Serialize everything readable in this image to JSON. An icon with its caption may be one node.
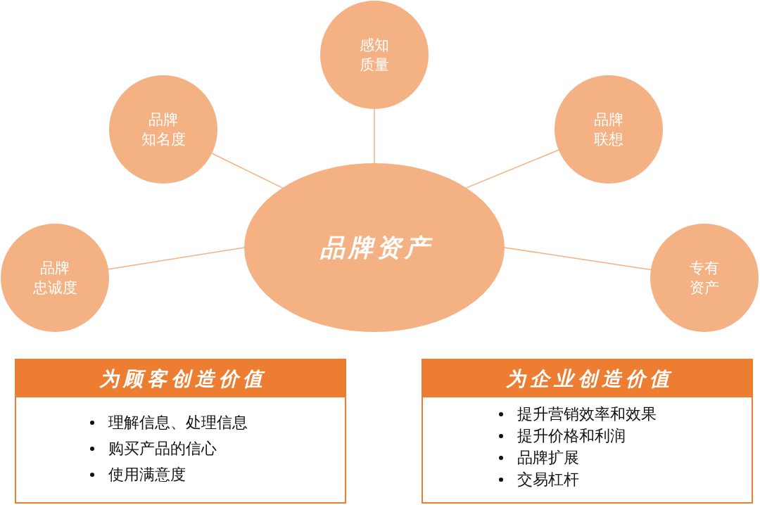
{
  "diagram": {
    "nodes": [
      {
        "text": [
          "感知质量"
        ]
      },
      {
        "text": [
          "品牌知名度"
        ]
      },
      {
        "text": [
          "品牌联想"
        ]
      },
      {
        "text": [
          "品牌资产"
        ]
      },
      {
        "text": [
          "品牌忠诚度"
        ]
      },
      {
        "text": [
          "专有资产"
        ]
      },
      {
        "text": [
          "为顾客创造价值",
          "理解信息、处理信息",
          "购买产品的信心",
          "使用满意度"
        ]
      },
      {
        "text": [
          "为企业创造价值",
          "提升营销效率和效果",
          "提升价格和利润",
          "品牌扩展",
          "交易杠杆"
        ]
      }
    ],
    "edges": [
      {
        "from": 3,
        "to": 0,
        "arrow": "none"
      },
      {
        "from": 3,
        "to": 1,
        "arrow": "none"
      },
      {
        "from": 3,
        "to": 2,
        "arrow": "none"
      },
      {
        "from": 3,
        "to": 4,
        "arrow": "none"
      },
      {
        "from": 3,
        "to": 5,
        "arrow": "none"
      }
    ]
  }
}
